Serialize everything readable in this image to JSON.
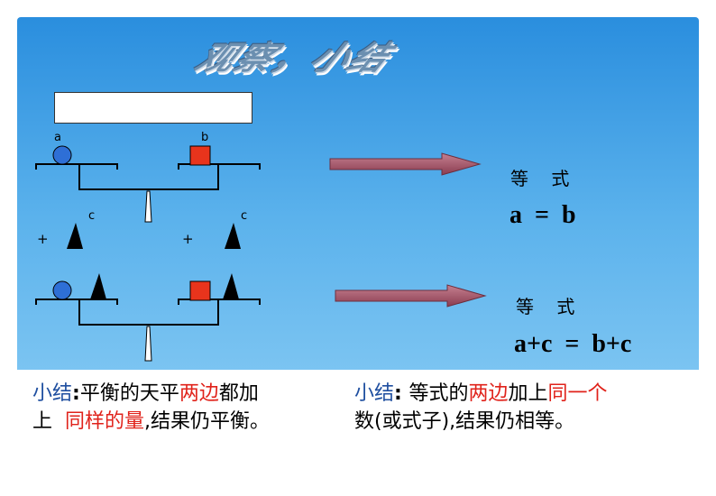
{
  "title": "观察，小结",
  "scale": {
    "left_label": "a",
    "right_label": "b",
    "weight_label": "c",
    "plus_sign": "+"
  },
  "equation1": {
    "label": "等    式",
    "formula": "a  =  b"
  },
  "equation2": {
    "label": "等    式",
    "formula": "a+c  =  b+c"
  },
  "summary_left": {
    "prefix": "小结",
    "colon": ":",
    "text1": "平衡的天平",
    "highlight1": "两边",
    "text2": "都加",
    "line2_start": "上  ",
    "highlight2": "同样的量",
    "text3": ",结果仍平衡。"
  },
  "summary_right": {
    "prefix": "小结",
    "colon": ": ",
    "text1": "等式的",
    "highlight1": "两边",
    "text2": "加上",
    "highlight2": "同一个",
    "line2": "数(或式子),结果仍相等。"
  },
  "colors": {
    "ball": "#2e6fd6",
    "box": "#e8341c",
    "arrow": "#b06070",
    "highlight": "#e0221a",
    "prefix": "#1f4fa0"
  }
}
